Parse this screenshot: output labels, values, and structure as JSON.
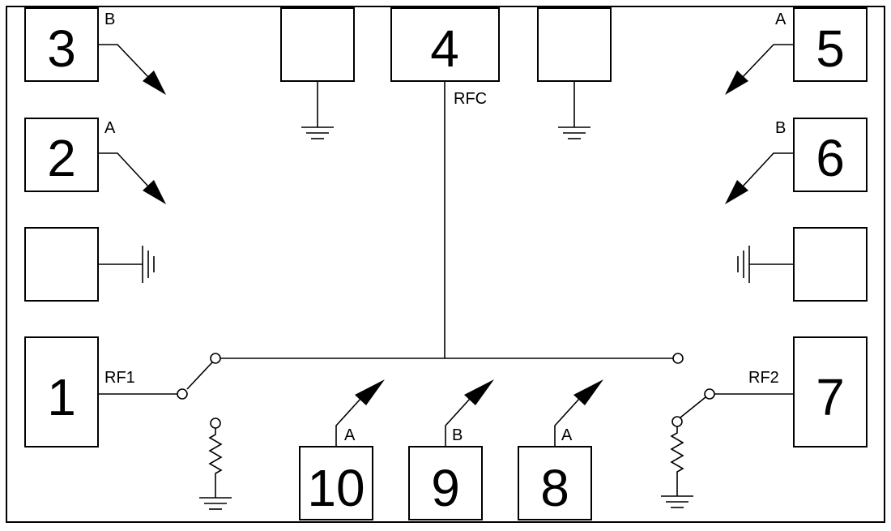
{
  "pads": {
    "p1": "1",
    "p2": "2",
    "p3": "3",
    "p4": "4",
    "p5": "5",
    "p6": "6",
    "p7": "7",
    "p8": "8",
    "p9": "9",
    "p10": "10"
  },
  "labels": {
    "rfc": "RFC",
    "rf1": "RF1",
    "rf2": "RF2",
    "p3_ctrl": "B",
    "p2_ctrl": "A",
    "p5_ctrl": "A",
    "p6_ctrl": "B",
    "p10_ctrl": "A",
    "p9_ctrl": "B",
    "p8_ctrl": "A"
  },
  "colors": {
    "stroke": "#000000",
    "background": "#ffffff"
  }
}
